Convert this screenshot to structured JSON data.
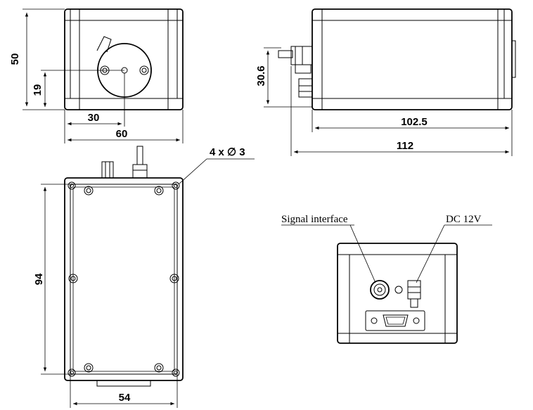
{
  "front_view": {
    "height": "50",
    "hole_height": "19",
    "hole_offset": "30",
    "width": "60"
  },
  "side_view": {
    "connector_height": "30.6",
    "body_length": "102.5",
    "total_length": "112"
  },
  "top_view": {
    "holes": "4 x ∅ 3",
    "length": "94",
    "width": "54"
  },
  "rear_view": {
    "signal_label": "Signal interface",
    "power_label": "DC 12V"
  }
}
